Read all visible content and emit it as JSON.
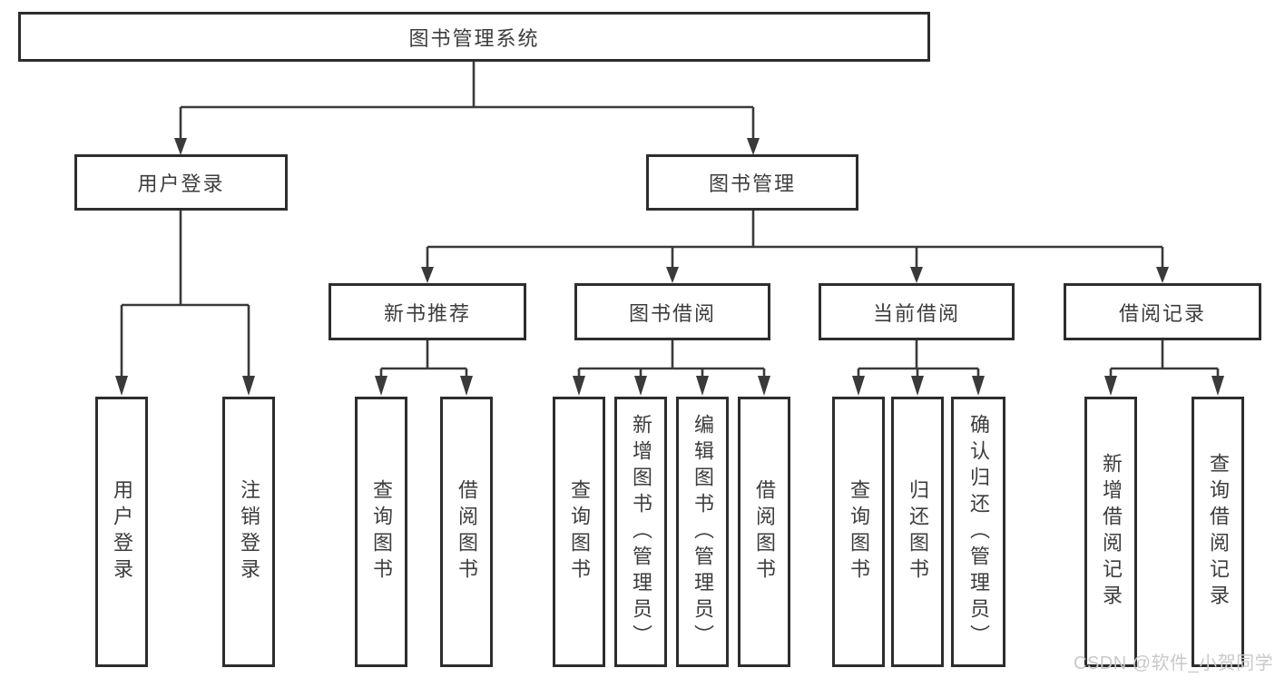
{
  "diagram": {
    "type": "tree",
    "root": {
      "label": "图书管理系统"
    },
    "level2": [
      {
        "label": "用户登录"
      },
      {
        "label": "图书管理"
      }
    ],
    "level3": [
      {
        "label": "新书推荐"
      },
      {
        "label": "图书借阅"
      },
      {
        "label": "当前借阅"
      },
      {
        "label": "借阅记录"
      }
    ],
    "leaves": {
      "user_login": [
        "用户登录",
        "注销登录"
      ],
      "new_book_recommend": [
        "查询图书",
        "借阅图书"
      ],
      "book_borrowing": [
        "查询图书",
        "新增图书（管理员）",
        "编辑图书（管理员）",
        "借阅图书"
      ],
      "current_borrowing": [
        "查询图书",
        "归还图书",
        "确认归还（管理员）"
      ],
      "borrowing_records": [
        "新增借阅记录",
        "查询借阅记录"
      ]
    }
  },
  "watermark": {
    "text": "CSDN @软件_小贺同学",
    "color": "#c9c9c9"
  },
  "colors": {
    "background": "#ffffff",
    "line": "#3a3a3a",
    "box_border": "#2d2d2d",
    "text": "#3d3d3d"
  }
}
